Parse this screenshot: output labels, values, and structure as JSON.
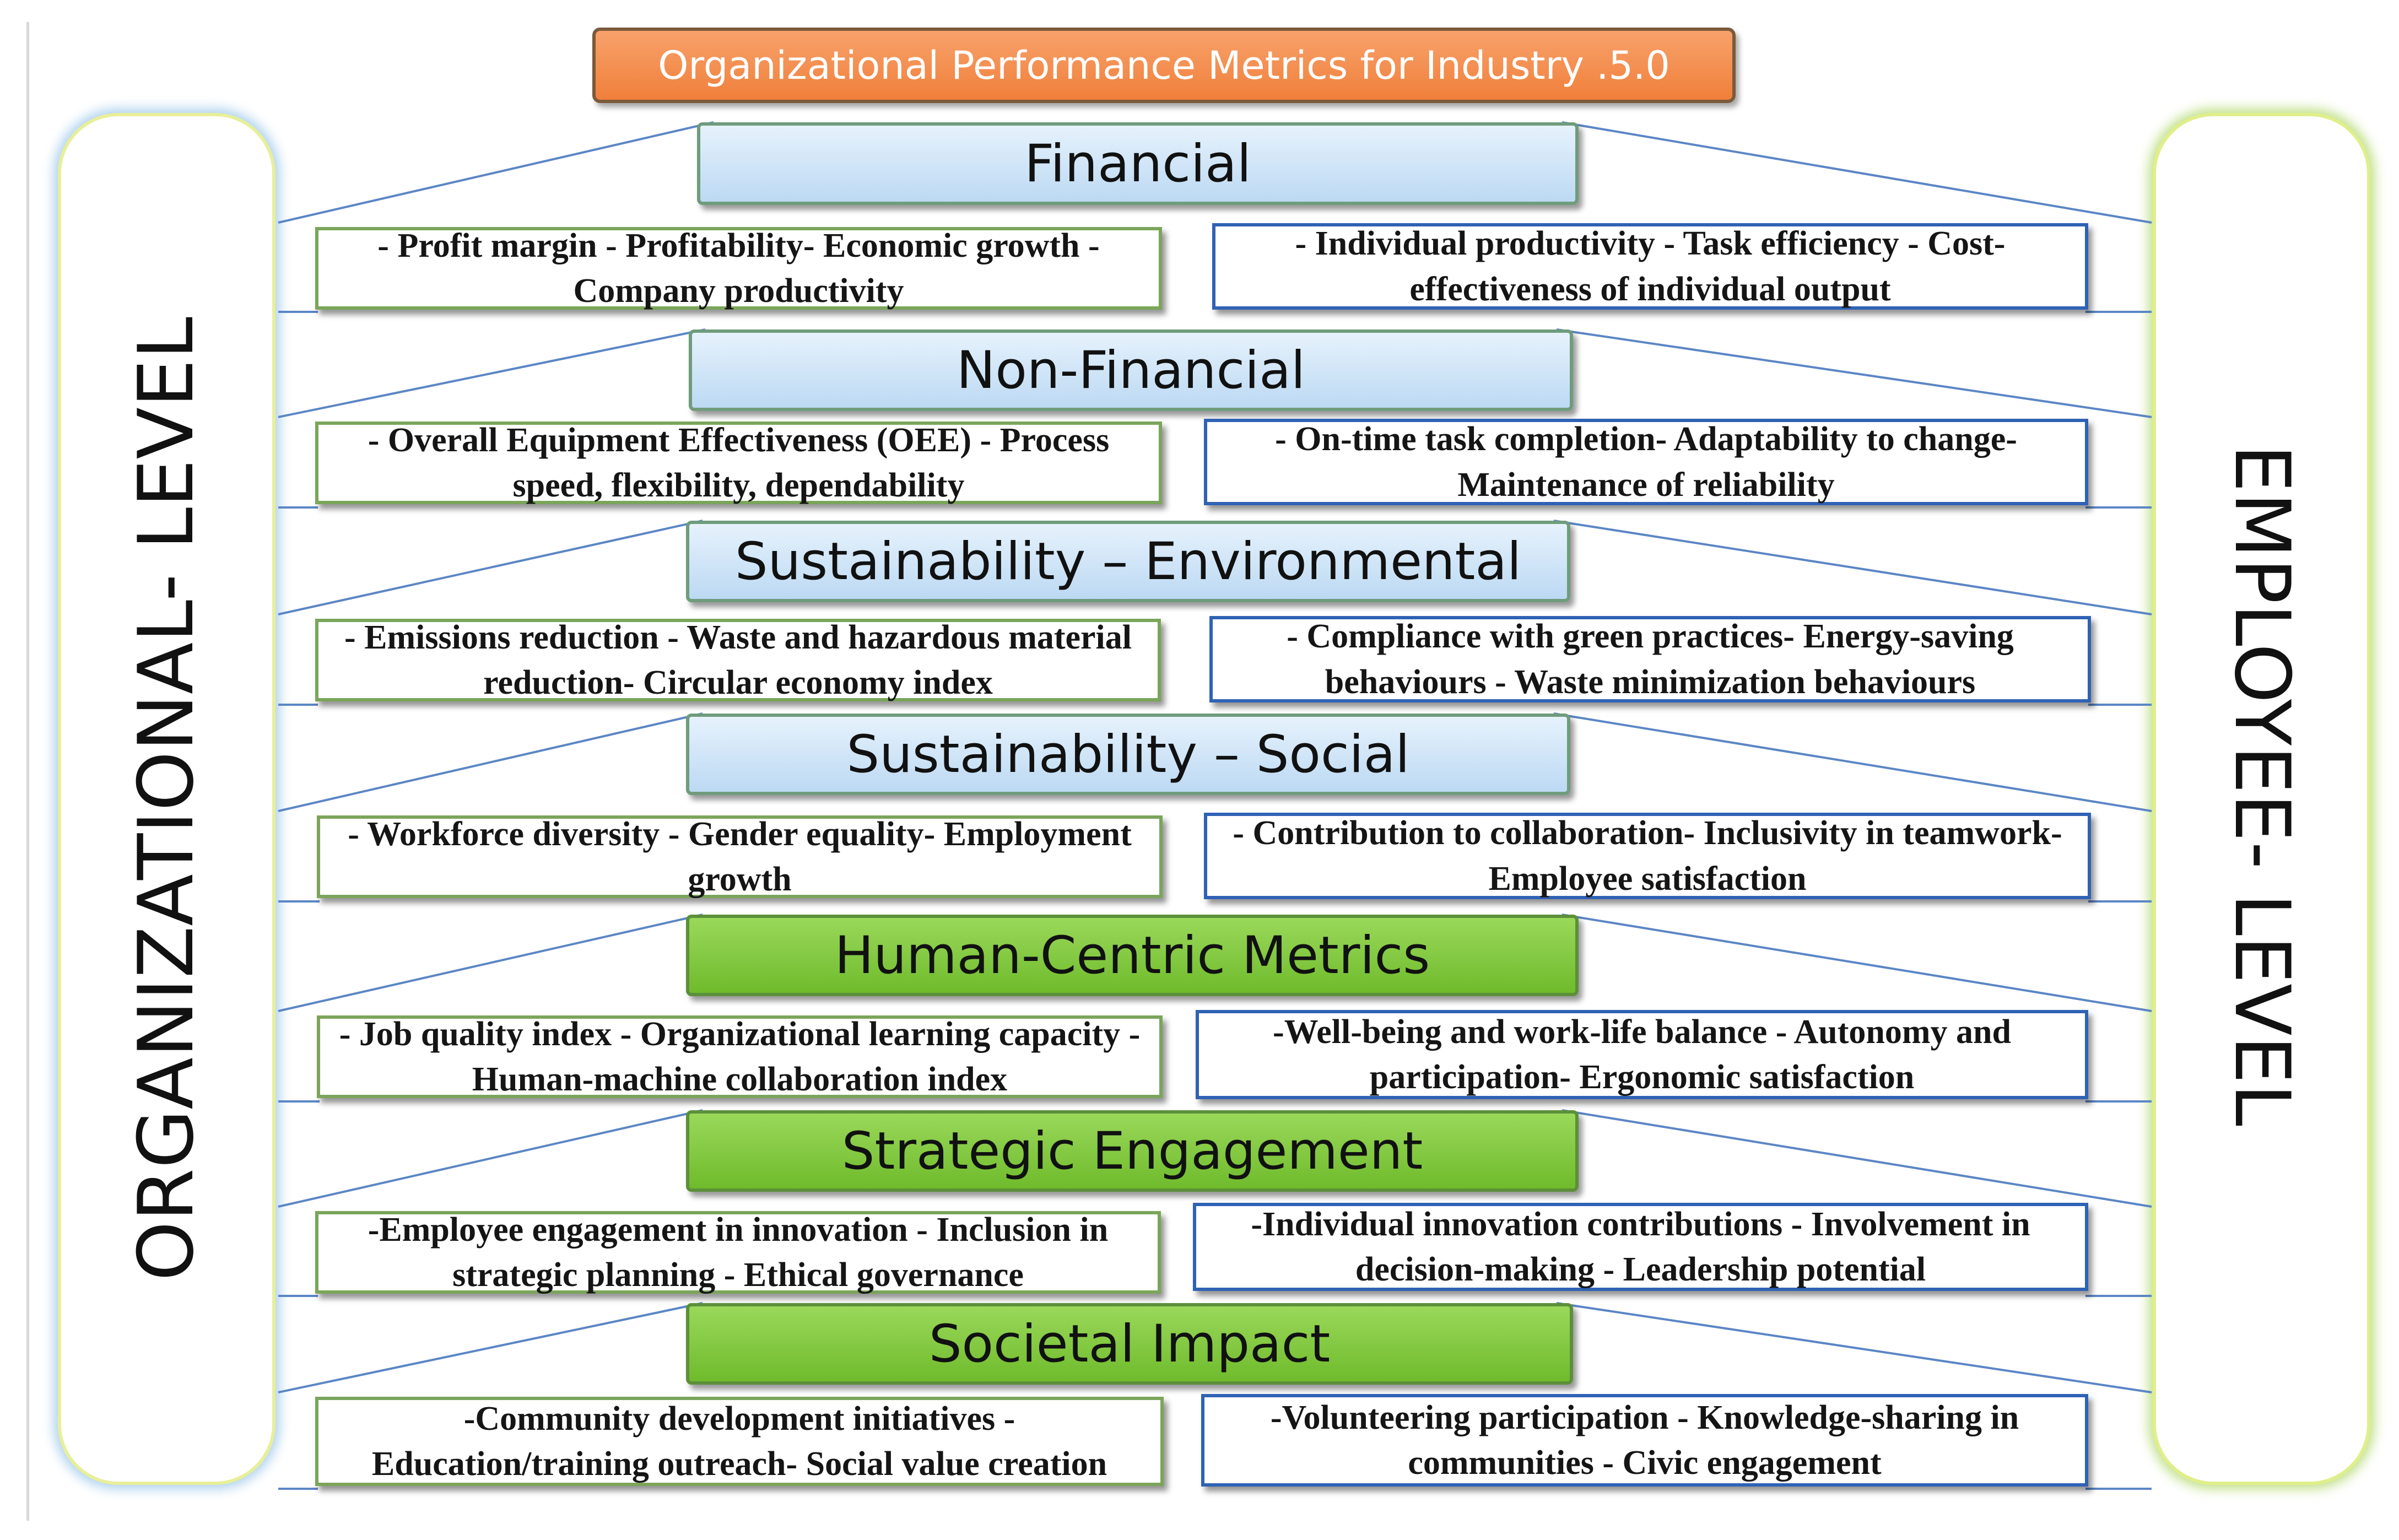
{
  "title": "Organizational Performance Metrics for Industry .5.0",
  "side_labels": {
    "left": "ORGANIZATIONAL- LEVEL",
    "right": "EMPLOYEE- LEVEL"
  },
  "colors": {
    "title_fill": "#f28a48",
    "category_blue": "#cde4f7",
    "category_green": "#7cc63a",
    "organizational_border": "#7aa55a",
    "employee_border": "#2f62b5",
    "connector_line": "#5b86c5"
  },
  "categories": [
    {
      "name": "Financial",
      "color": "blue",
      "organizational": "- Profit margin - Profitability- Economic growth - Company productivity",
      "employee": "- Individual productivity - Task efficiency - Cost-effectiveness of individual output"
    },
    {
      "name": "Non-Financial",
      "color": "blue",
      "organizational": "- Overall Equipment Effectiveness (OEE) - Process speed, flexibility, dependability",
      "employee": "- On-time task completion- Adaptability to change- Maintenance of reliability"
    },
    {
      "name": "Sustainability – Environmental",
      "color": "blue",
      "organizational": "- Emissions reduction - Waste and hazardous material reduction- Circular economy index",
      "employee": "- Compliance with green practices- Energy-saving behaviours - Waste minimization behaviours"
    },
    {
      "name": "Sustainability – Social",
      "color": "blue",
      "organizational": "- Workforce diversity - Gender equality- Employment growth",
      "employee": "- Contribution to collaboration- Inclusivity in teamwork- Employee satisfaction"
    },
    {
      "name": "Human-Centric Metrics",
      "color": "green",
      "organizational": "- Job quality index - Organizational learning capacity - Human-machine collaboration index",
      "employee": "-Well-being and work-life balance - Autonomy and participation- Ergonomic satisfaction"
    },
    {
      "name": "Strategic Engagement",
      "color": "green",
      "organizational": "-Employee engagement in innovation - Inclusion in strategic planning - Ethical governance",
      "employee": "-Individual innovation contributions - Involvement in decision-making - Leadership potential"
    },
    {
      "name": "Societal Impact",
      "color": "green",
      "organizational": "-Community development initiatives - Education/training outreach- Social value creation",
      "employee": "-Volunteering participation - Knowledge-sharing in communities - Civic engagement"
    }
  ]
}
